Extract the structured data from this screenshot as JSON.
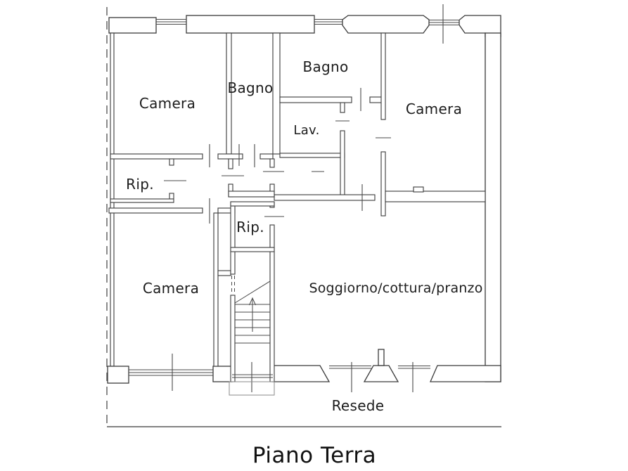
{
  "title": "Piano Terra",
  "plan": {
    "rooms": [
      {
        "id": "camera-top-left",
        "label": "Camera"
      },
      {
        "id": "bagno-small",
        "label": "Bagno"
      },
      {
        "id": "bagno-large",
        "label": "Bagno"
      },
      {
        "id": "lavanderia",
        "label": "Lav."
      },
      {
        "id": "camera-top-right",
        "label": "Camera"
      },
      {
        "id": "ripostiglio-1",
        "label": "Rip."
      },
      {
        "id": "ripostiglio-2",
        "label": "Rip."
      },
      {
        "id": "camera-bottom-left",
        "label": "Camera"
      },
      {
        "id": "soggiorno",
        "label": "Soggiorno/cottura/pranzo"
      }
    ],
    "outdoor_label": "Resede"
  }
}
